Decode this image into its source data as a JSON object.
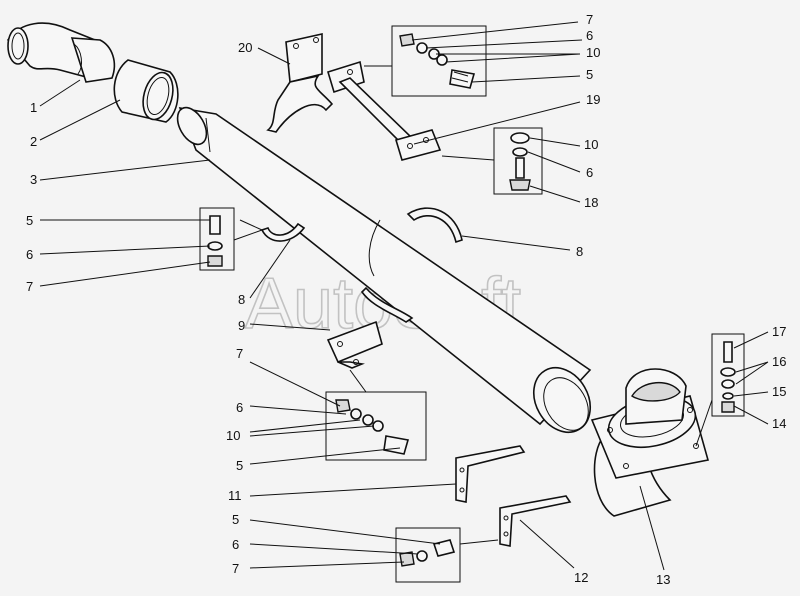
{
  "watermark": "AutoSoft",
  "labels": {
    "l1": "1",
    "l2": "2",
    "l3": "3",
    "l5a": "5",
    "l6a": "6",
    "l7a": "7",
    "l8a": "8",
    "l9": "9",
    "l8b": "8",
    "l7b": "7",
    "l6b": "6",
    "l10a": "10",
    "l5b": "5",
    "l11": "11",
    "l5c": "5",
    "l6c": "6",
    "l7c": "7",
    "l12": "12",
    "l13": "13",
    "l20": "20",
    "l7d": "7",
    "l6d": "6",
    "l10b": "10",
    "l5d": "5",
    "l19": "19",
    "l10c": "10",
    "l6e": "6",
    "l18": "18",
    "l17": "17",
    "l16": "16",
    "l15": "15",
    "l14": "14"
  }
}
